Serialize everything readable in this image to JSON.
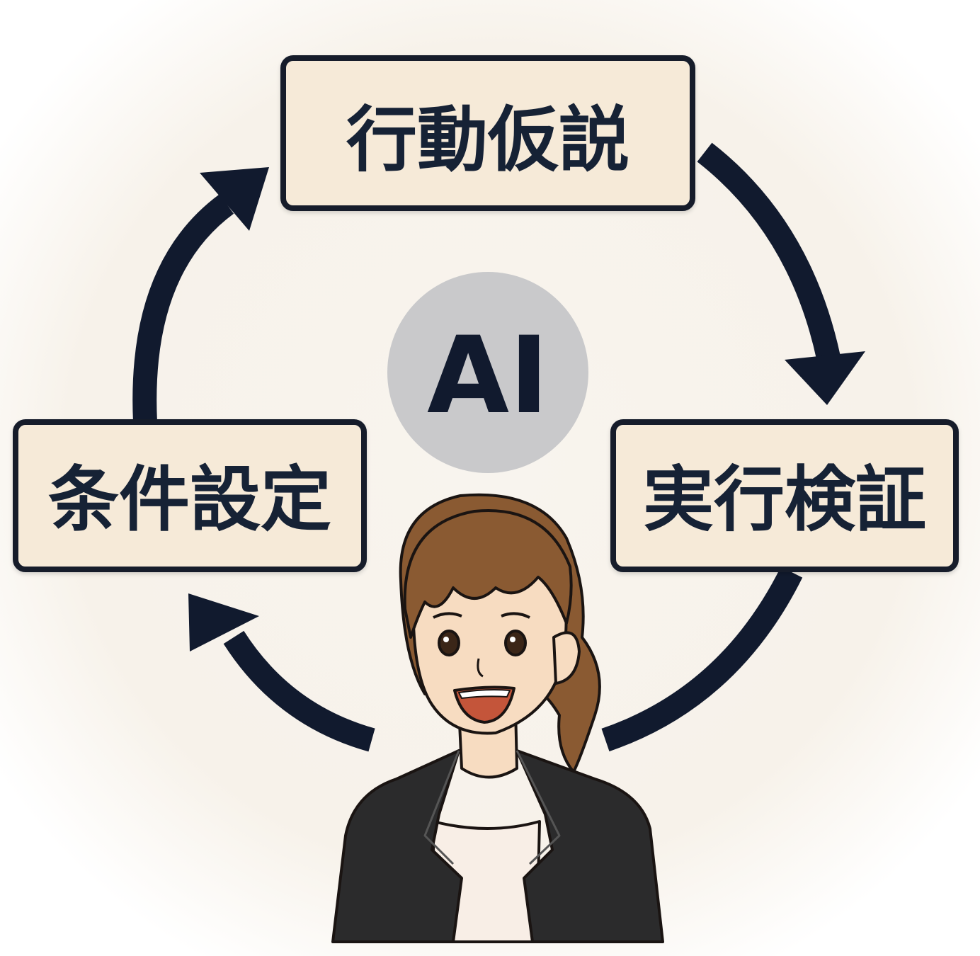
{
  "diagram": {
    "center_label": "AI",
    "nodes": [
      {
        "id": "top",
        "label": "行動仮説"
      },
      {
        "id": "right",
        "label": "実行検証"
      },
      {
        "id": "left",
        "label": "条件設定"
      }
    ],
    "colors": {
      "background": "#f8f4ee",
      "node_fill": "#f6ead8",
      "node_border": "#141c2c",
      "arrow": "#111a2e",
      "ai_circle": "#c8c8ca",
      "suit": "#2b2b2c",
      "hair": "#8a5a32",
      "skin": "#f7dcc1"
    }
  }
}
